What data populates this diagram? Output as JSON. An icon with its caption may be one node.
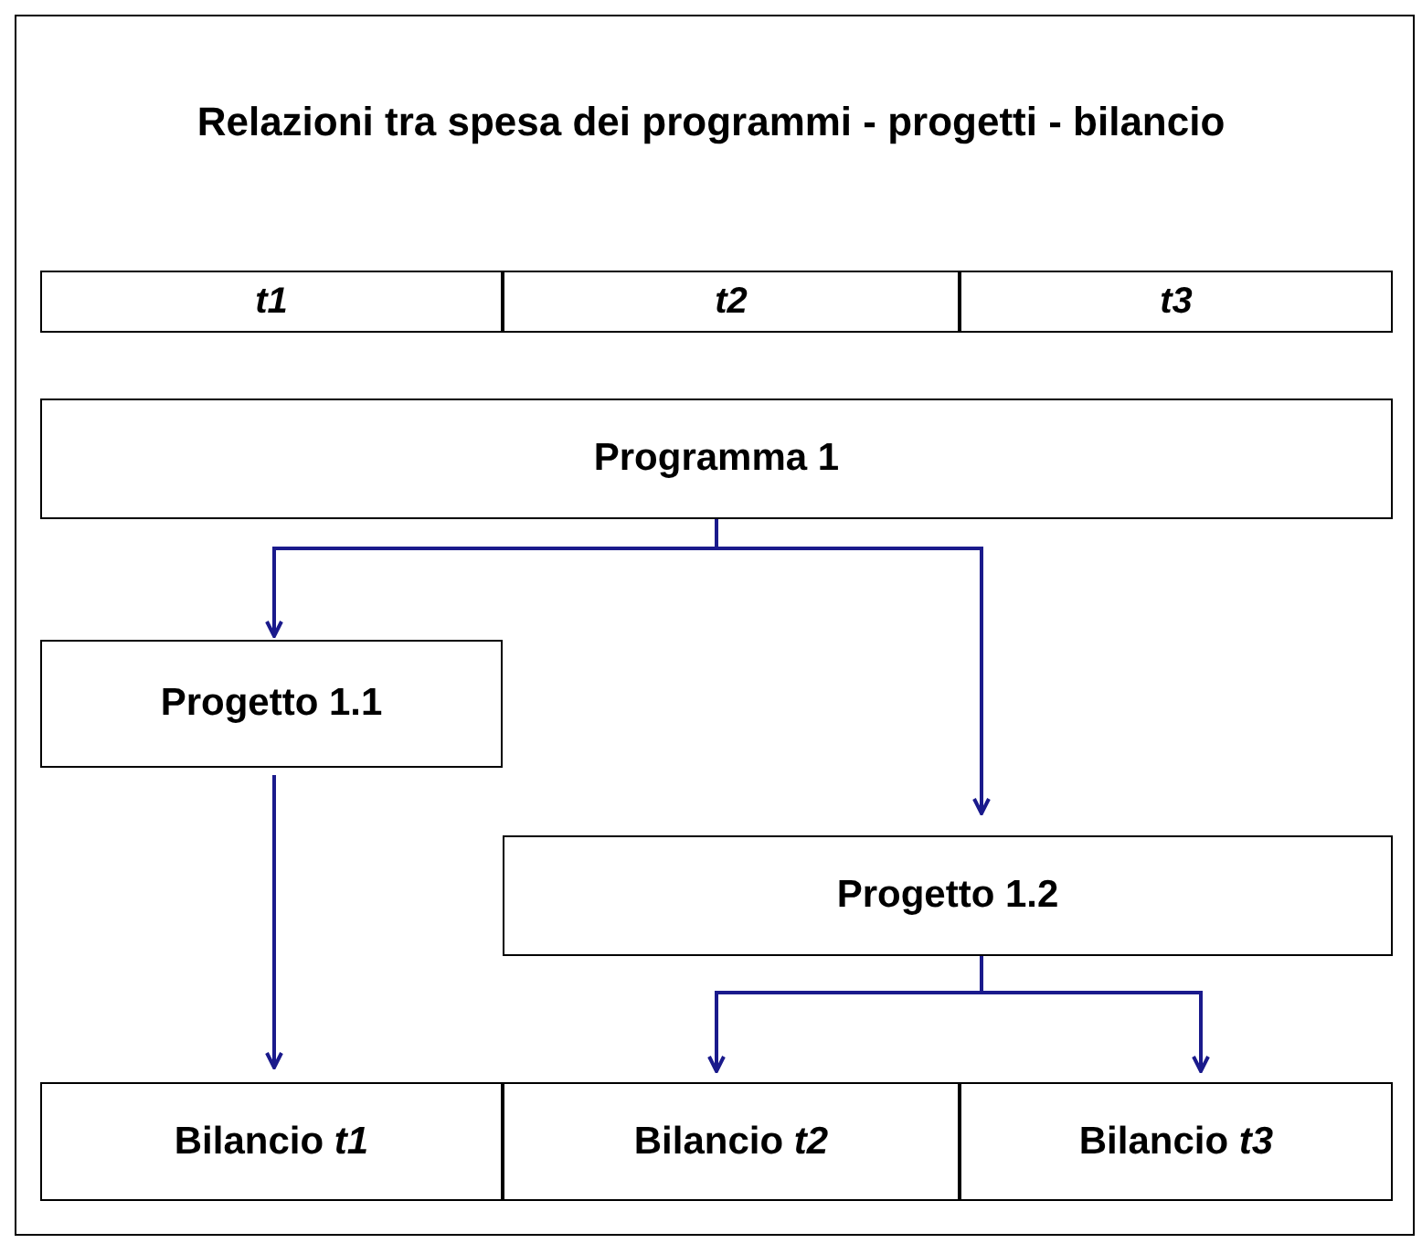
{
  "diagram": {
    "title": "Relazioni tra spesa dei programmi - progetti - bilancio",
    "nodes": [
      {
        "text": [
          "t1"
        ]
      },
      {
        "text": [
          "t2"
        ]
      },
      {
        "text": [
          "t3"
        ]
      },
      {
        "text": [
          "Programma 1"
        ]
      },
      {
        "text": [
          "Progetto 1.1"
        ]
      },
      {
        "text": [
          "Progetto 1.2"
        ]
      },
      {
        "text": [
          "Bilancio *t1*"
        ]
      },
      {
        "text": [
          "Bilancio *t2*"
        ]
      },
      {
        "text": [
          "Bilancio *t3*"
        ]
      }
    ],
    "edges": [
      {
        "from": 3,
        "to": 4,
        "arrow": "to"
      },
      {
        "from": 3,
        "to": 5,
        "arrow": "to"
      },
      {
        "from": 4,
        "to": 6,
        "arrow": "to"
      },
      {
        "from": 5,
        "to": 7,
        "arrow": "to"
      },
      {
        "from": 5,
        "to": 8,
        "arrow": "to"
      }
    ]
  }
}
